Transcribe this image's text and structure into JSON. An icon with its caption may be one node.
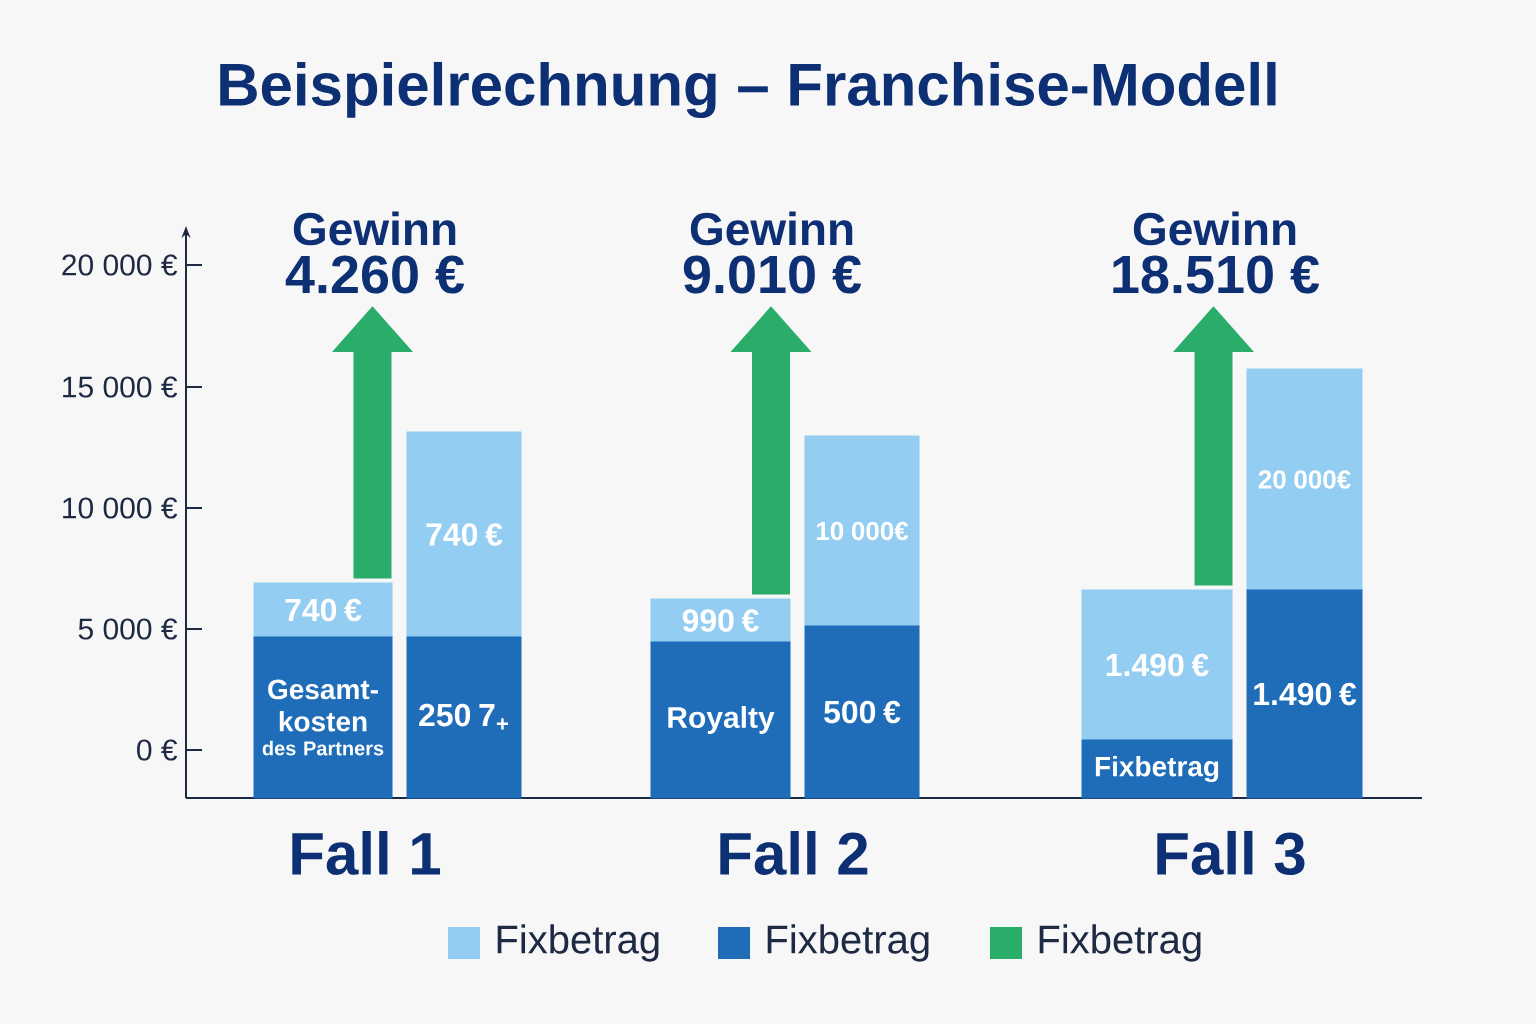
{
  "diagram": {
    "title": "Beispielrechnung – Franchise-Modell",
    "nodes": [
      {
        "text": [
          "Gewinn",
          "4.260 €"
        ]
      },
      {
        "text": [
          "740 €"
        ]
      },
      {
        "text": [
          "Gesamt- kosten",
          "des Partners"
        ]
      },
      {
        "text": [
          "740 €"
        ]
      },
      {
        "text": [
          "250 7$_{+}$"
        ]
      },
      {
        "text": [
          "Gewinn",
          "9.010 €"
        ]
      },
      {
        "text": [
          "990 €"
        ]
      },
      {
        "text": [
          "Royalty"
        ]
      },
      {
        "text": [
          "10 000€"
        ]
      },
      {
        "text": [
          "500 €"
        ]
      },
      {
        "text": [
          "Gewinn",
          "18.510 €"
        ]
      },
      {
        "text": [
          "1.490 €"
        ]
      },
      {
        "text": [
          "Fixbetrag"
        ]
      },
      {
        "text": [
          "20 000€"
        ]
      },
      {
        "text": [
          "1.490 €"
        ]
      }
    ],
    "edges": [
      {
        "from": 1,
        "to": 0,
        "arrow": "to"
      },
      {
        "from": 6,
        "to": 5,
        "arrow": "to"
      },
      {
        "from": 11,
        "to": 10,
        "arrow": "to"
      }
    ],
    "labels": [
      "20 000 €",
      "15 000 €",
      "10 000 €",
      "5 000 €",
      "0 €",
      "Fall 1",
      "Fall 2",
      "Fall 3"
    ],
    "legend": [
      {
        "text": "Fixbetrag",
        "color": "#93cdf2"
      },
      {
        "text": "Fixbetrag",
        "color": "#1f6db8"
      },
      {
        "text": "Fixbetrag",
        "color": "#2aad6b"
      }
    ]
  }
}
